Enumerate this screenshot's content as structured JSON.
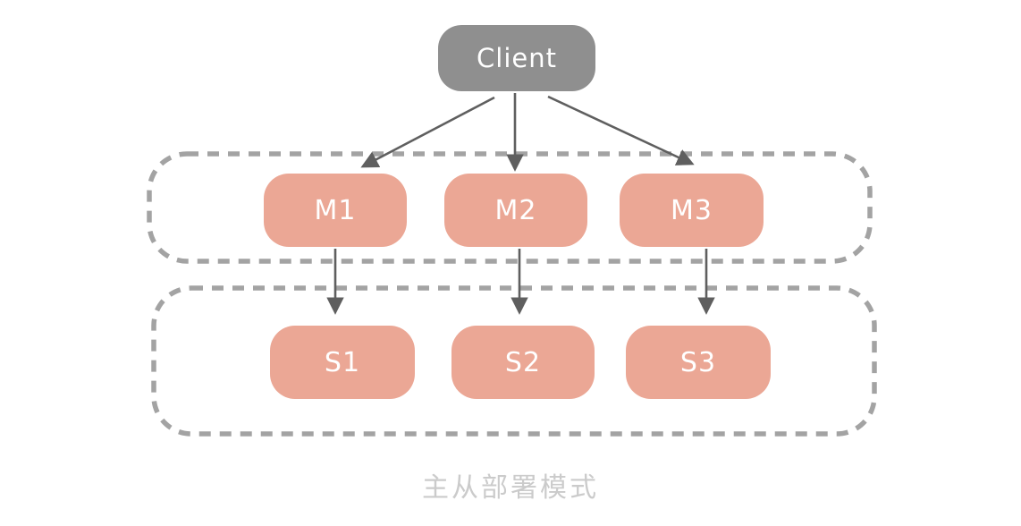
{
  "diagram": {
    "caption": "主从部署模式",
    "client": {
      "label": "Client"
    },
    "masters": [
      {
        "label": "M1"
      },
      {
        "label": "M2"
      },
      {
        "label": "M3"
      }
    ],
    "slaves": [
      {
        "label": "S1"
      },
      {
        "label": "S2"
      },
      {
        "label": "S3"
      }
    ],
    "edges": [
      {
        "from": "Client",
        "to": "M1"
      },
      {
        "from": "Client",
        "to": "M2"
      },
      {
        "from": "Client",
        "to": "M3"
      },
      {
        "from": "M1",
        "to": "S1"
      },
      {
        "from": "M2",
        "to": "S2"
      },
      {
        "from": "M3",
        "to": "S3"
      }
    ],
    "colors": {
      "client_fill": "#8f8f8f",
      "node_fill": "#eba795",
      "node_text": "#ffffff",
      "group_border": "#a3a3a3",
      "arrow": "#5f5f5f",
      "caption_text": "#cbcbcb",
      "background": "#ffffff"
    }
  }
}
